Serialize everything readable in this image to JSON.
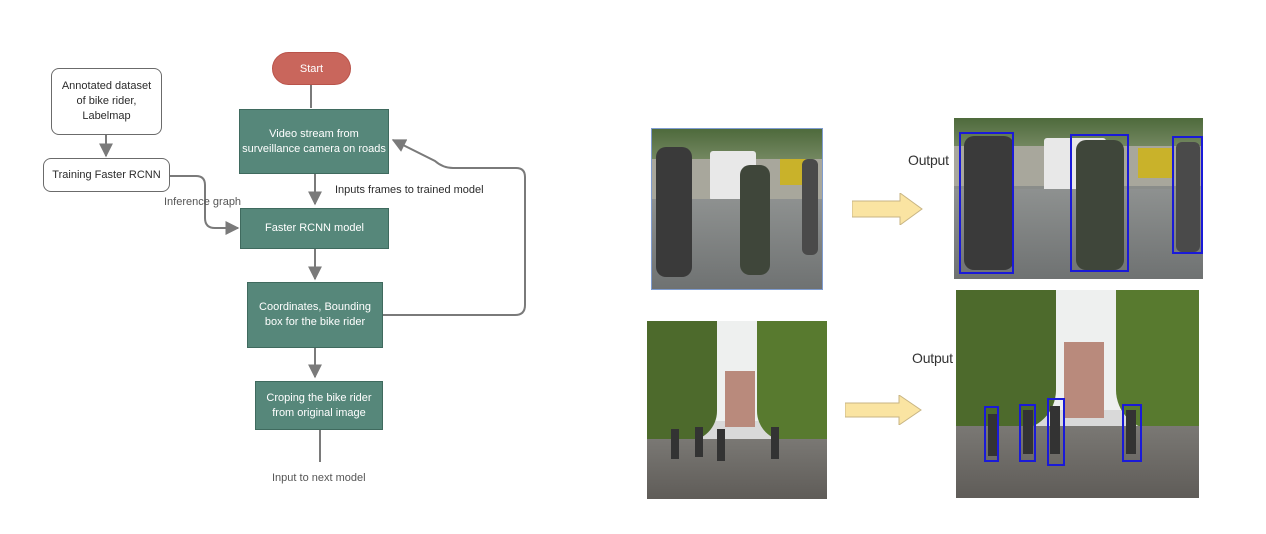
{
  "flowchart": {
    "start": "Start",
    "annotated": "Annotated dataset\nof bike rider,\nLabelmap",
    "training": "Training Faster RCNN",
    "inference_label": "Inference graph",
    "video": "Video stream from\nsurveillance camera on roads",
    "inputs_label": "Inputs frames to trained model",
    "faster_rcnn": "Faster RCNN model",
    "coordinates": "Coordinates, Bounding\nbox for the bike rider",
    "cropping": "Croping the bike rider\nfrom original image",
    "next_model": "Input to next model"
  },
  "examples": [
    {
      "output_label": "Output"
    },
    {
      "output_label": "Output"
    }
  ],
  "colors": {
    "start_fill": "#c9665c",
    "process_fill": "#56877a",
    "detection_box": "#1a1ad8",
    "arrow_fill": "#fae4a2"
  }
}
